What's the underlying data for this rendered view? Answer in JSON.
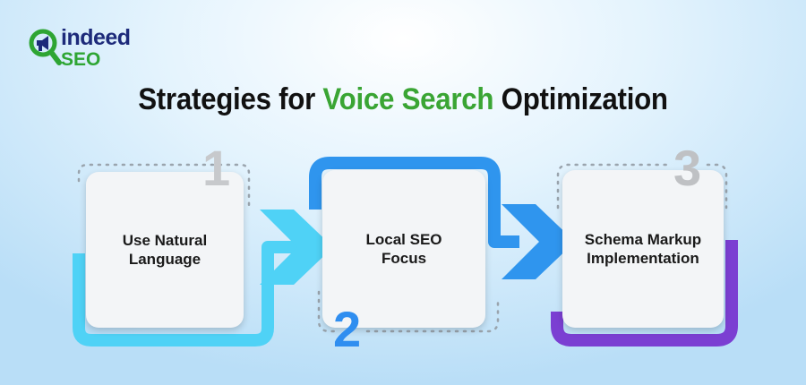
{
  "brand": {
    "word": "indeed",
    "sub": "SEO",
    "icon": "magnifier-megaphone-icon",
    "colors": {
      "primary": "#1d2a7a",
      "secondary": "#2ea533"
    }
  },
  "title": {
    "before": "Strategies for ",
    "accent": "Voice Search",
    "after": " Optimization",
    "accent_color": "#3aa534"
  },
  "steps": [
    {
      "number": "1",
      "label": "Use Natural\nLanguage",
      "color": "#4fd2f6",
      "number_color": "#c7c9cc"
    },
    {
      "number": "2",
      "label": "Local SEO\nFocus",
      "color": "#2f95ee",
      "number_color": "#2f8ef0"
    },
    {
      "number": "3",
      "label": "Schema Markup\nImplementation",
      "color": "#7b3fd2",
      "number_color": "#bfc1c4"
    }
  ]
}
